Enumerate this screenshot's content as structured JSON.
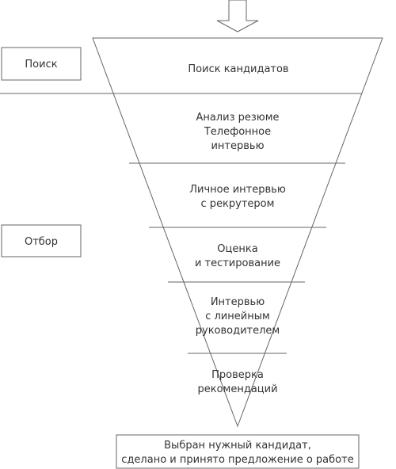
{
  "sections": {
    "search": "Поиск",
    "selection": "Отбор"
  },
  "stages": [
    {
      "lines": [
        "Поиск кандидатов"
      ]
    },
    {
      "lines": [
        "Анализ резюме",
        "Телефонное",
        "интервью"
      ]
    },
    {
      "lines": [
        "Личное интервью",
        "с рекрутером"
      ]
    },
    {
      "lines": [
        "Оценка",
        "и тестирование"
      ]
    },
    {
      "lines": [
        "Интервью",
        "с линейным",
        "руководителем"
      ]
    },
    {
      "lines": [
        "Проверка",
        "рекомендаций"
      ]
    }
  ],
  "result": {
    "lines": [
      "Выбран нужный кандидат,",
      "сделано и принято предложение о работе"
    ]
  }
}
